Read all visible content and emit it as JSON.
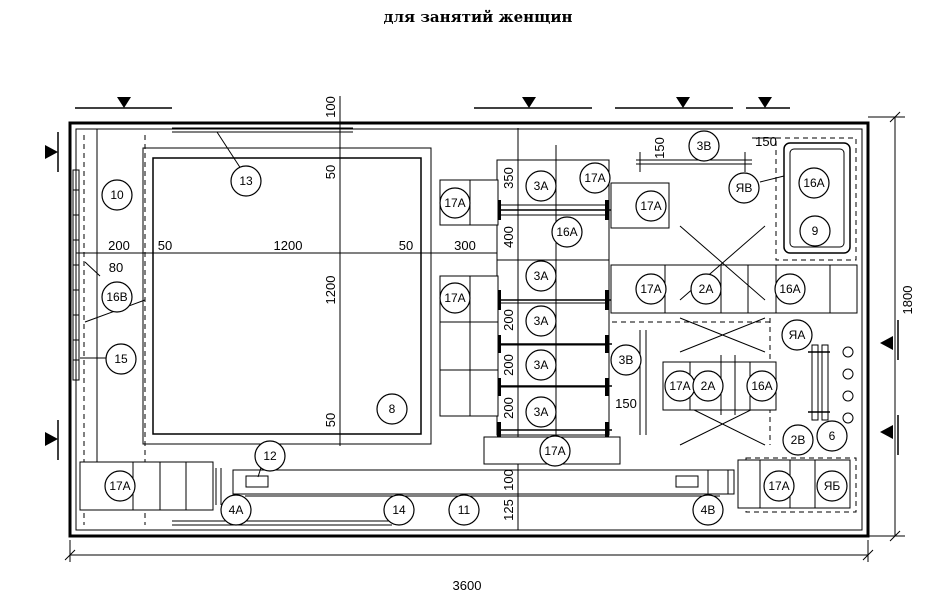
{
  "title": "для занятий женщин",
  "dimensions": {
    "overall_width": "3600",
    "overall_height": "1800",
    "d100_top": "100",
    "d50_a": "50",
    "d50_b": "50",
    "d200_left": "200",
    "d50_c": "50",
    "d1200_h": "1200",
    "d50_d": "50",
    "d300": "300",
    "d80": "80",
    "d1200_v": "1200",
    "d350": "350",
    "d400": "400",
    "d200_a": "200",
    "d200_b": "200",
    "d200_c": "200",
    "d150_a": "150",
    "d150_b": "150",
    "d150_c": "150",
    "d100_bottom": "100",
    "d125": "125"
  },
  "labels": {
    "l10": "10",
    "l13": "13",
    "l16v": "16В",
    "l15": "15",
    "l8": "8",
    "l12": "12",
    "l17a_1": "17А",
    "l4a": "4А",
    "l14": "14",
    "l11": "11",
    "l4v": "4В",
    "l17a_2": "17А",
    "l17a_3": "17А",
    "l17a_4": "17А",
    "l17a_5": "17А",
    "l17a_6": "17А",
    "l17a_7": "17А",
    "l17a_8": "17А",
    "l17a_9": "17А",
    "l3a_1": "3А",
    "l3a_2": "3А",
    "l3a_3": "3А",
    "l3a_4": "3А",
    "l3a_5": "3А",
    "l16a_1": "16А",
    "l16a_2": "16А",
    "l16a_3": "16А",
    "l16a_4": "16А",
    "l2a_1": "2А",
    "l2a_2": "2А",
    "l3v_1": "3В",
    "l3v_2": "3В",
    "lyav": "ЯВ",
    "l9": "9",
    "lyaa": "ЯА",
    "l2v": "2В",
    "l6": "6",
    "lyab": "ЯБ"
  }
}
